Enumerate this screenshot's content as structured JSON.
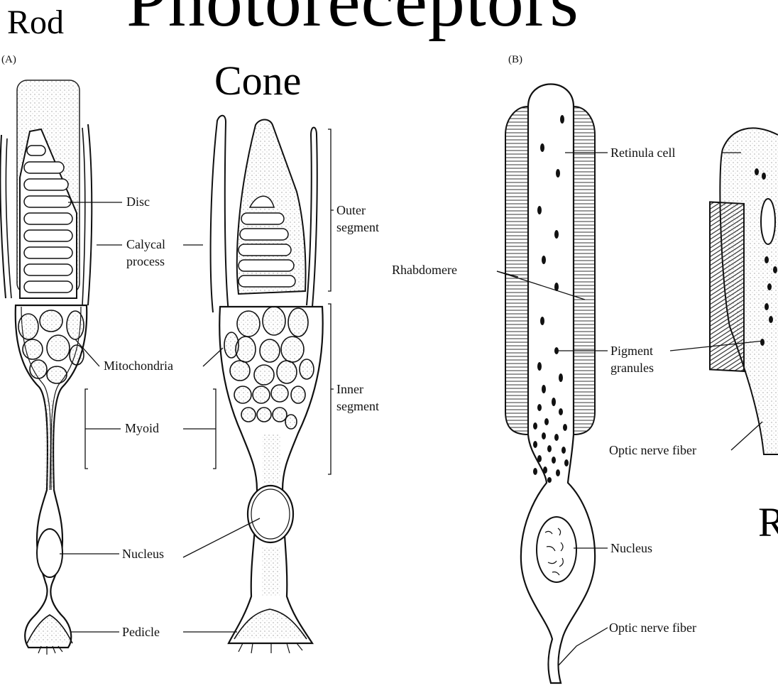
{
  "header": {
    "title": "Photoreceptors",
    "rod_heading": "Rod",
    "cone_heading": "Cone",
    "right_heading": "R"
  },
  "panels": {
    "a": "(A)",
    "b": "(B)"
  },
  "labels_a": {
    "disc": "Disc",
    "calycal_1": "Calycal",
    "calycal_2": "process",
    "outer_1": "Outer",
    "outer_2": "segment",
    "mitochondria": "Mitochondria",
    "inner_1": "Inner",
    "inner_2": "segment",
    "myoid": "Myoid",
    "nucleus": "Nucleus",
    "pedicle": "Pedicle"
  },
  "labels_b": {
    "retinula": "Retinula cell",
    "rhabdomere": "Rhabdomere",
    "pigment_1": "Pigment",
    "pigment_2": "granules",
    "optic_right": "Optic nerve fiber",
    "nucleus": "Nucleus",
    "optic_bottom": "Optic nerve fiber"
  }
}
